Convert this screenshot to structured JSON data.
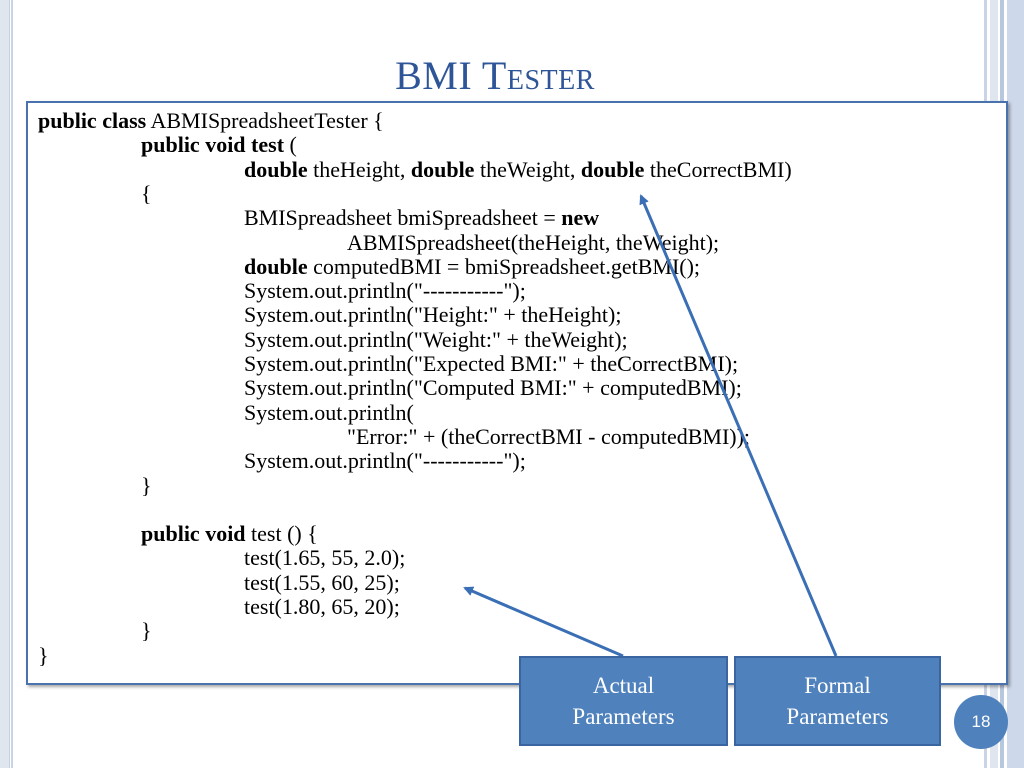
{
  "slide": {
    "title": "BMI Tester",
    "page_number": "18"
  },
  "code": {
    "lines": [
      [
        {
          "t": "public class",
          "b": true
        },
        {
          "t": " ABMISpreadsheetTester {",
          "b": false
        }
      ],
      [
        {
          "t": "public void test",
          "b": true
        },
        {
          "t": " (",
          "b": false
        }
      ],
      [
        {
          "t": "double",
          "b": true
        },
        {
          "t": " theHeight, ",
          "b": false
        },
        {
          "t": "double",
          "b": true
        },
        {
          "t": " theWeight, ",
          "b": false
        },
        {
          "t": "double",
          "b": true
        },
        {
          "t": " theCorrectBMI)",
          "b": false
        }
      ],
      [
        {
          "t": "{",
          "b": false
        }
      ],
      [
        {
          "t": "BMISpreadsheet bmiSpreadsheet = ",
          "b": false
        },
        {
          "t": "new",
          "b": true
        }
      ],
      [
        {
          "t": "ABMISpreadsheet(theHeight, theWeight);",
          "b": false
        }
      ],
      [
        {
          "t": "double",
          "b": true
        },
        {
          "t": " computedBMI = bmiSpreadsheet.getBMI();",
          "b": false
        }
      ],
      [
        {
          "t": "System.out.println(\"-----------\");",
          "b": false
        }
      ],
      [
        {
          "t": "System.out.println(\"Height:\" + theHeight);",
          "b": false
        }
      ],
      [
        {
          "t": "System.out.println(\"Weight:\" + theWeight);",
          "b": false
        }
      ],
      [
        {
          "t": "System.out.println(\"Expected BMI:\" + theCorrectBMI);",
          "b": false
        }
      ],
      [
        {
          "t": "System.out.println(\"Computed BMI:\" + computedBMI);",
          "b": false
        }
      ],
      [
        {
          "t": "System.out.println(",
          "b": false
        }
      ],
      [
        {
          "t": "\"Error:\" + (theCorrectBMI - computedBMI));",
          "b": false
        }
      ],
      [
        {
          "t": "System.out.println(\"-----------\");",
          "b": false
        }
      ],
      [
        {
          "t": "}",
          "b": false
        }
      ],
      [],
      [
        {
          "t": "public void",
          "b": true
        },
        {
          "t": " test () {",
          "b": false
        }
      ],
      [
        {
          "t": "test(1.65, 55, 2.0);",
          "b": false
        }
      ],
      [
        {
          "t": "test(1.55, 60, 25);",
          "b": false
        }
      ],
      [
        {
          "t": "test(1.80, 65, 20);",
          "b": false
        }
      ],
      [
        {
          "t": "}",
          "b": false
        }
      ],
      [
        {
          "t": "}",
          "b": false
        }
      ]
    ]
  },
  "callouts": {
    "actual": {
      "line1": "Actual",
      "line2": "Parameters"
    },
    "formal": {
      "line1": "Formal",
      "line2": "Parameters"
    }
  },
  "colors": {
    "title": "#2e5597",
    "callout_fill": "#4f81bd",
    "arrow": "#3a6fb5",
    "frame_border": "#4a72ad"
  }
}
